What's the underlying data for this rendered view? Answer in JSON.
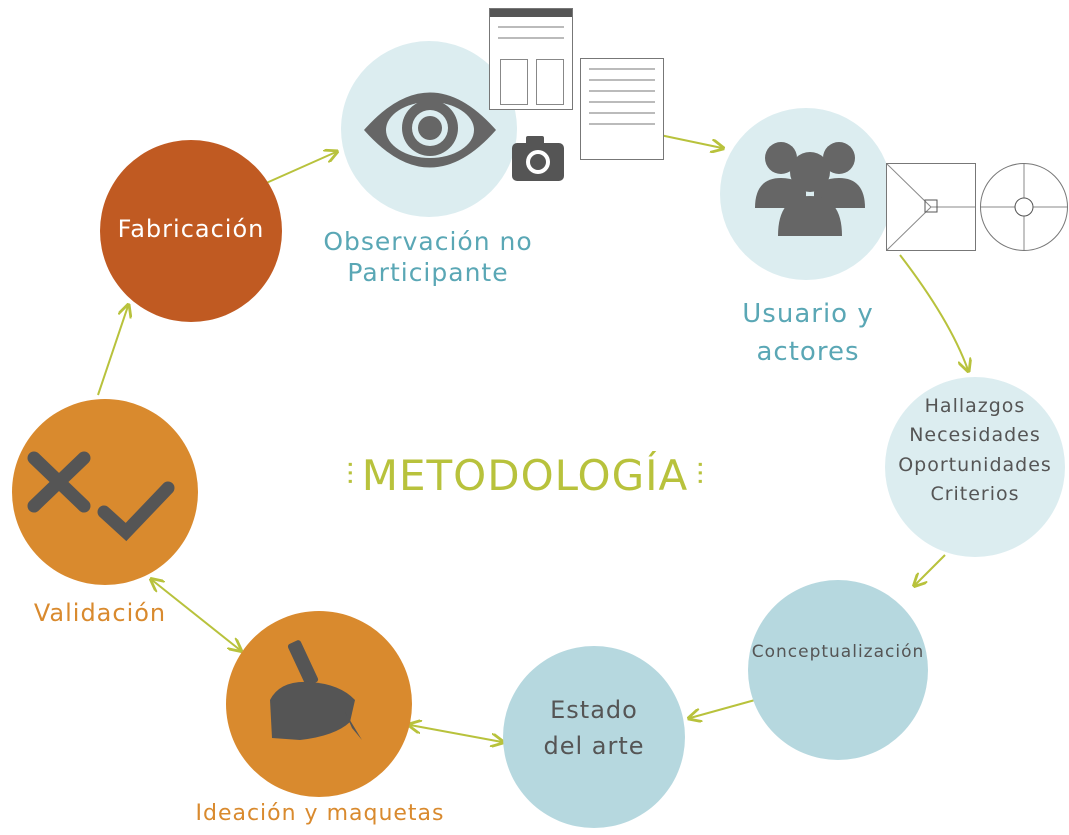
{
  "center_title": "METODOLOGÍA",
  "center_decor_left": "⫶",
  "nodes": {
    "observacion": {
      "label_line1": "Observación no",
      "label_line2": "Participante",
      "icon": "eye-icon"
    },
    "usuario": {
      "label_line1": "Usuario y",
      "label_line2": "actores",
      "icon": "group-icon"
    },
    "hallazgos": {
      "lines": [
        "Hallazgos",
        "Necesidades",
        "Oportunidades",
        "Criterios"
      ]
    },
    "conceptualizacion": {
      "label": "Conceptualización"
    },
    "estado": {
      "label_line1": "Estado",
      "label_line2": "del arte"
    },
    "ideacion": {
      "label": "Ideación y maquetas",
      "icon": "hand-writing-icon"
    },
    "validacion": {
      "label": "Validación",
      "icon": "cross-check-icon"
    },
    "fabricacion": {
      "label": "Fabricación"
    }
  },
  "colors": {
    "light_blue": "#dcedf0",
    "mid_blue": "#b6d8df",
    "orange": "#d98a2e",
    "dark_orange": "#c05a22",
    "green": "#b8c23c",
    "teal_text": "#5aa7b5",
    "orange_text": "#d98a2e",
    "icon_gray": "#666666"
  }
}
